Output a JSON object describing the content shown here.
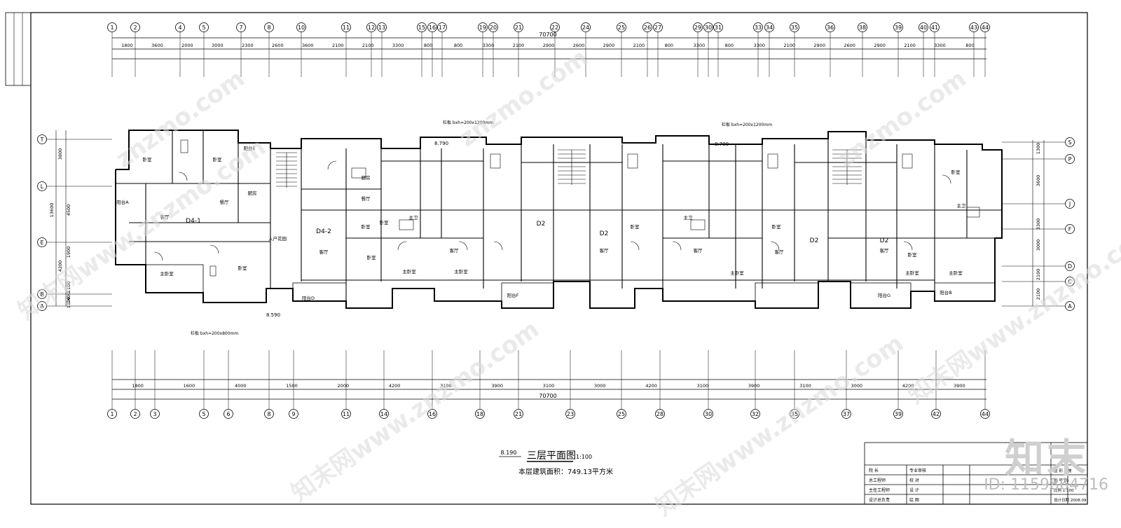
{
  "drawing": {
    "title": "三层平面图",
    "scale": "1:100",
    "area_note": "本层建筑面积：749.13平方米",
    "elevation_title": "8.190",
    "elevation_left": "8.590",
    "elevation_top_1": "8.790",
    "elevation_top_2": "8.790",
    "total_dim": "70700",
    "top_axes": [
      "1",
      "2",
      "4",
      "5",
      "7",
      "8",
      "10",
      "11",
      "12",
      "13",
      "15",
      "16",
      "17",
      "19",
      "20",
      "21",
      "22",
      "24",
      "25",
      "26",
      "27",
      "29",
      "30",
      "31",
      "33",
      "34",
      "35",
      "36",
      "38",
      "39",
      "40",
      "41",
      "43",
      "44"
    ],
    "bottom_axes": [
      "1",
      "2",
      "3",
      "5",
      "6",
      "8",
      "9",
      "11",
      "14",
      "16",
      "18",
      "21",
      "23",
      "25",
      "28",
      "30",
      "32",
      "35",
      "37",
      "39",
      "42",
      "44"
    ],
    "left_axes": [
      "T",
      "L",
      "E",
      "B",
      "A"
    ],
    "right_axes": [
      "S",
      "P",
      "J",
      "F",
      "D",
      "C",
      "A"
    ],
    "top_dims_row1": [
      "1800",
      "3600",
      "2000",
      "3000",
      "2300",
      "2600",
      "3600",
      "2100",
      "2100",
      "3300",
      "800",
      "800",
      "3300",
      "2100",
      "2900",
      "2600",
      "2900",
      "2100",
      "800",
      "3300",
      "800",
      "3300",
      "2100",
      "2900",
      "2600",
      "2900",
      "2100",
      "3300",
      "800"
    ],
    "bottom_dims_row2": [
      "1800",
      "1600",
      "4000",
      "1500",
      "2000",
      "4200",
      "3100",
      "3900",
      "3100",
      "3000",
      "4200",
      "3100",
      "3900",
      "3100",
      "3000",
      "4200",
      "3900"
    ],
    "left_dims": [
      "3800",
      "13600",
      "4500",
      "1900",
      "4200",
      "1100",
      "1400",
      "1100"
    ],
    "right_dims": [
      "1300",
      "3600",
      "3300",
      "3000",
      "2100",
      "2100"
    ],
    "room_labels": [
      {
        "t": "卧室"
      },
      {
        "t": "卧室"
      },
      {
        "t": "客厅"
      },
      {
        "t": "D4-1"
      },
      {
        "t": "主卧室"
      },
      {
        "t": "卧室"
      },
      {
        "t": "厨房"
      },
      {
        "t": "餐厅"
      },
      {
        "t": "阳台E"
      },
      {
        "t": "阳台A"
      },
      {
        "t": "入户花园"
      },
      {
        "t": "D4-2"
      },
      {
        "t": "客厅"
      },
      {
        "t": "卧室"
      },
      {
        "t": "卧室"
      },
      {
        "t": "主卧室"
      },
      {
        "t": "阳台D"
      },
      {
        "t": "厨房"
      },
      {
        "t": "餐厅"
      },
      {
        "t": "主卫"
      },
      {
        "t": "卧室"
      },
      {
        "t": "客厅"
      },
      {
        "t": "D2"
      },
      {
        "t": "主卧室"
      },
      {
        "t": "D2"
      },
      {
        "t": "客厅"
      },
      {
        "t": "卧室"
      },
      {
        "t": "阳台F"
      },
      {
        "t": "主卫"
      },
      {
        "t": "客厅"
      },
      {
        "t": "主卧室"
      },
      {
        "t": "卧室"
      },
      {
        "t": "D2"
      },
      {
        "t": "客厅"
      },
      {
        "t": "D2"
      },
      {
        "t": "客厅"
      },
      {
        "t": "卧室"
      },
      {
        "t": "主卧室"
      },
      {
        "t": "阳台G"
      },
      {
        "t": "主卫"
      },
      {
        "t": "卧室"
      },
      {
        "t": "主卧室"
      },
      {
        "t": "阳台B"
      }
    ],
    "notes": [
      "栏板  bxh=200x1200mm",
      "栏板  bxh=200x1200mm",
      "栏板  bxh=200x800mm"
    ]
  },
  "title_block": {
    "rows": [
      [
        "院    长",
        "专业审核"
      ],
      [
        "总工程师",
        "校    对"
      ],
      [
        "主任工程师",
        "设    计"
      ],
      [
        "设计总负责",
        "绘    图"
      ]
    ],
    "right_labels": [
      "图  别  建施",
      "图  号  05",
      "比例  1:100",
      "设计日期  2008.09"
    ]
  },
  "watermarks": [
    "知末网www.znzmo.com",
    "znzmo.com",
    "知末网www.znzmo.com",
    "znzmo.com",
    "知末网www.znzmo.com",
    "znzmo.com",
    "知末网www.znzmo.com"
  ],
  "brand": "知末",
  "image_id": "ID: 1159864716"
}
